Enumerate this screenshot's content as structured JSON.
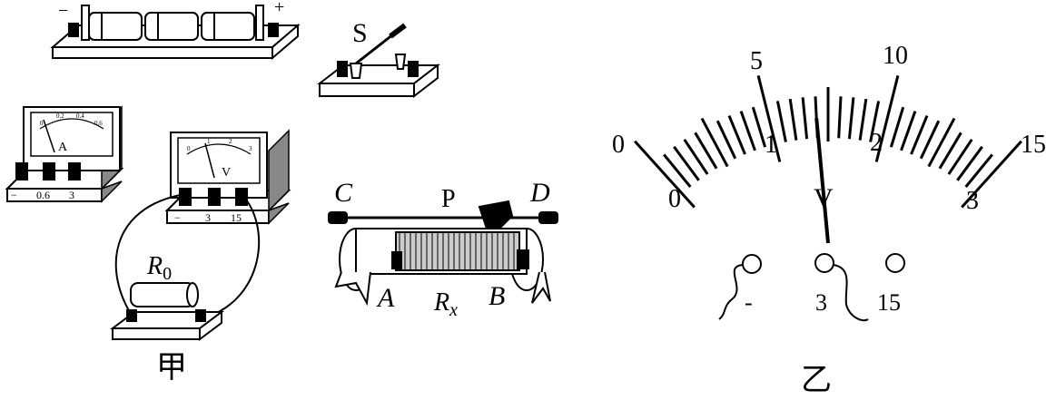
{
  "figure_left": {
    "caption": "甲",
    "battery": {
      "minus": "−",
      "plus": "+"
    },
    "switch": {
      "label": "S"
    },
    "ammeter": {
      "face_letter": "A",
      "scale_small": [
        "0",
        "0.2",
        "0.4",
        "0.6"
      ],
      "terminals": [
        "−",
        "0.6",
        "3"
      ]
    },
    "voltmeter": {
      "face_letter": "V",
      "scale_small": [
        "0",
        "1",
        "2",
        "3"
      ],
      "terminals": [
        "−",
        "3",
        "15"
      ]
    },
    "resistor": {
      "label_main": "R",
      "label_sub": "0"
    },
    "rheostat": {
      "label_c": "C",
      "label_d": "D",
      "label_p": "P",
      "label_a": "A",
      "label_b": "B",
      "label_main": "R",
      "label_sub": "x"
    }
  },
  "figure_right": {
    "caption": "乙",
    "meter_letter": "V",
    "outer_scale": [
      "0",
      "5",
      "10",
      "15"
    ],
    "inner_scale": [
      "0",
      "1",
      "2",
      "3"
    ],
    "terminals": [
      "-",
      "3",
      "15"
    ],
    "pointer_value_3V_range": 1.4
  }
}
